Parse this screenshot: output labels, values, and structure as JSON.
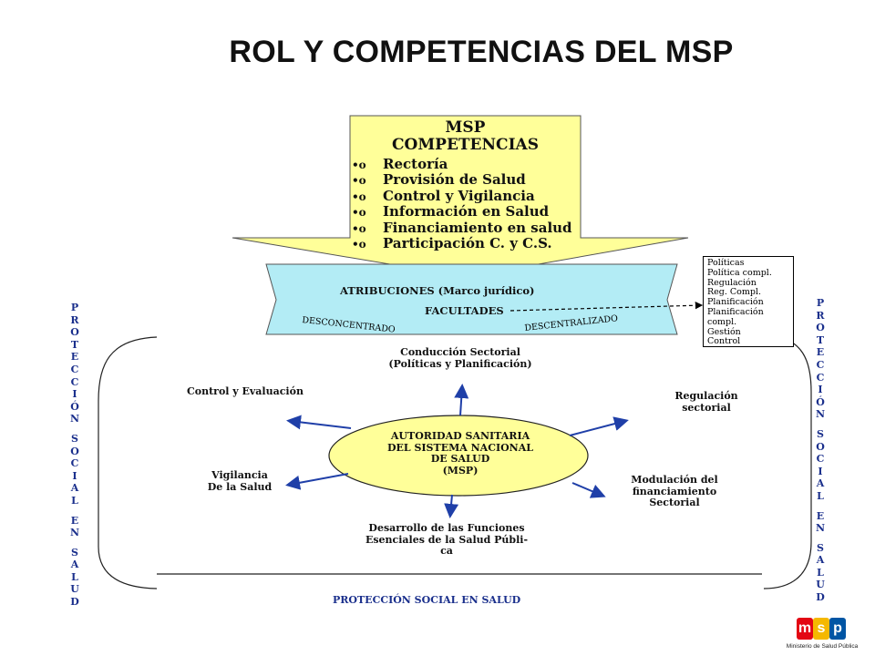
{
  "title": "ROL Y COMPETENCIAS DEL MSP",
  "competencias": {
    "header_line1": "MSP",
    "header_line2": "COMPETENCIAS",
    "items": [
      "Rectoría",
      "Provisión de Salud",
      "Control y Vigilancia",
      "Información en Salud",
      "Financiamiento en salud",
      "Participación C. y C.S."
    ],
    "bullet": "•o"
  },
  "atribuciones": {
    "title": "ATRIBUCIONES (Marco jurídico)",
    "facultades": "FACULTADES",
    "left_label": "DESCONCENTRADO",
    "right_label": "DESCENTRALIZADO"
  },
  "facultades_list": [
    "Políticas",
    "Política compl.",
    "Regulación",
    "Reg. Compl.",
    "Planificación",
    "Planificación",
    "compl.",
    "Gestión",
    "Control"
  ],
  "center": {
    "line1": "AUTORIDAD SANITARIA",
    "line2": "DEL SISTEMA NACIONAL",
    "line3": "DE SALUD",
    "line4": "(MSP)"
  },
  "functions": {
    "conduccion_1": "Conducción Sectorial",
    "conduccion_2": "(Políticas y Planificación)",
    "control": "Control y Evaluación",
    "regulacion_1": "Regulación",
    "regulacion_2": "sectorial",
    "vigilancia_1": "Vigilancia",
    "vigilancia_2": "De la Salud",
    "modulacion_1": "Modulación del",
    "modulacion_2": "financiamiento",
    "modulacion_3": "Sectorial",
    "desarrollo_1": "Desarrollo de las Funciones",
    "desarrollo_2": "Esenciales de la Salud Públi-",
    "desarrollo_3": "ca"
  },
  "side_left": [
    "P",
    "R",
    "O",
    "T",
    "E",
    "C",
    "C",
    "I",
    "Ó",
    "N",
    "",
    "S",
    "O",
    "C",
    "I",
    "A",
    "L",
    "",
    "E",
    "N",
    "",
    "S",
    "A",
    "L",
    "U",
    "D"
  ],
  "side_right": [
    "P",
    "R",
    "O",
    "T",
    "E",
    "C",
    "C",
    "I",
    "Ó",
    "N",
    "",
    "S",
    "O",
    "C",
    "I",
    "A",
    "L",
    "",
    "E",
    "N",
    "",
    "S",
    "A",
    "L",
    "U",
    "D"
  ],
  "bottom_label": "PROTECCIÓN SOCIAL EN SALUD",
  "logo": {
    "letters": "msp",
    "caption": "Ministerio de Salud Pública"
  },
  "colors": {
    "yellow_arrow": "#ffff99",
    "cyan_band": "#b3ecf5",
    "ellipse": "#ffff99",
    "arrows": "#1f3fa8",
    "side_text": "#1a2f8c"
  }
}
